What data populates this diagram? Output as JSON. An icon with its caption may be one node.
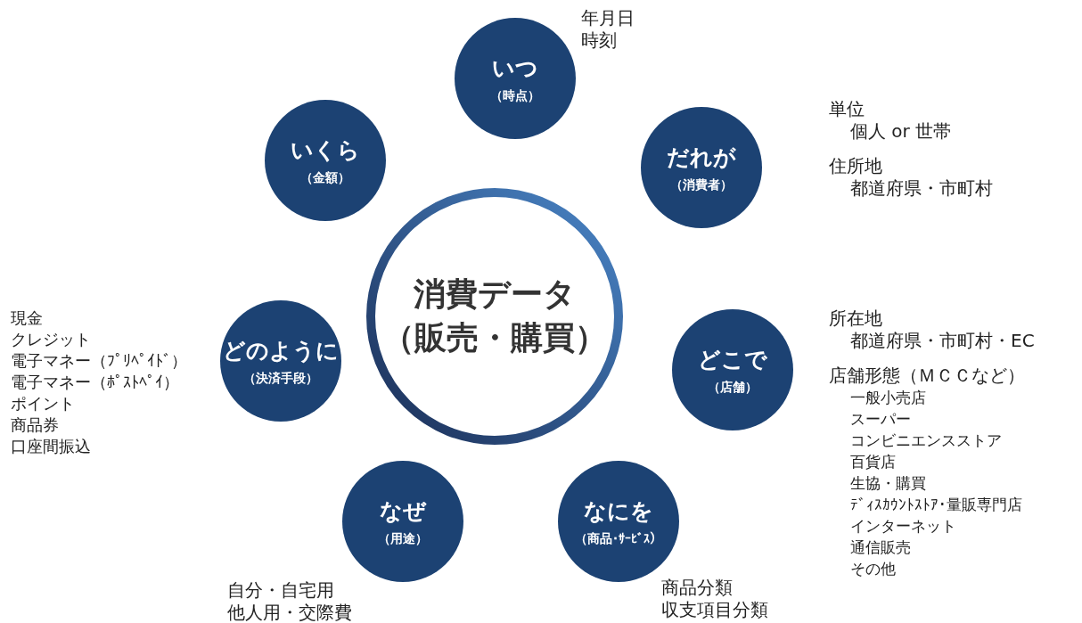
{
  "diagram": {
    "nodes": [
      {
        "text": [
          "消費データ",
          "（販売・購買）"
        ]
      },
      {
        "text": [
          "いつ",
          "（時点）"
        ],
        "beside": [
          "年月日",
          "時刻"
        ]
      },
      {
        "text": [
          "だれが",
          "（消費者）"
        ],
        "beside": [
          "単位",
          "個人 or 世帯",
          "住所地",
          "都道府県・市町村"
        ]
      },
      {
        "text": [
          "どこで",
          "（店舗）"
        ],
        "beside": [
          "所在地",
          "都道府県・市町村・EC",
          "店舗形態（ＭＣＣなど）",
          "一般小売店",
          "スーパー",
          "コンビニエンスストア",
          "百貨店",
          "生協・購買",
          "ﾃﾞｨｽｶｳﾝﾄｽﾄｱ･量販専門店",
          "インターネット",
          "通信販売",
          "その他"
        ]
      },
      {
        "text": [
          "なにを",
          "（商品･ｻｰﾋﾞｽ）"
        ],
        "beside": [
          "商品分類",
          "収支項目分類"
        ]
      },
      {
        "text": [
          "なぜ",
          "（用途）"
        ],
        "beside": [
          "自分・自宅用",
          "他人用・交際費"
        ]
      },
      {
        "text": [
          "どのように",
          "（決済手段）"
        ],
        "beside": [
          "現金",
          "クレジット",
          "電子マネー（ﾌﾟﾘﾍﾟｲﾄﾞ）",
          "電子マネー（ﾎﾟｽﾄﾍﾟｲ）",
          "ポイント",
          "商品券",
          "口座間振込"
        ]
      },
      {
        "text": [
          "いくら",
          "（金額）"
        ]
      }
    ],
    "edges": []
  }
}
